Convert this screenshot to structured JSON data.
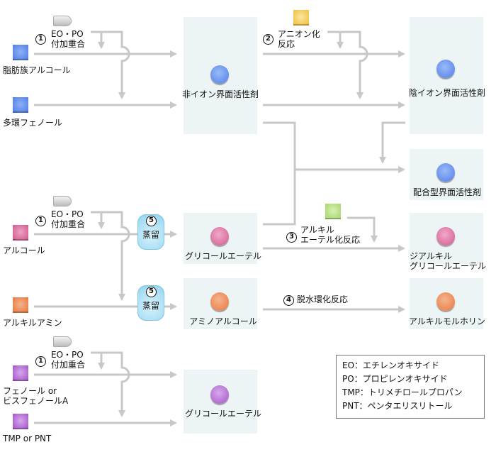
{
  "colors": {
    "blue": "#4f7fe8",
    "yellow": "#f0bf3c",
    "pink": "#d2598f",
    "orange": "#e8783c",
    "purple": "#a455c8",
    "green": "#a5d96a",
    "arrow": "#c8c8c8",
    "panel": "#edf4f6",
    "distill": "#9ad8f1"
  },
  "steps": {
    "s1": "1",
    "s2": "2",
    "s3": "3",
    "s4": "4",
    "s5": "5"
  },
  "reagents": {
    "eopo": "EO・PO",
    "eopo_sub": "付加重合",
    "anion": "アニオン化",
    "anion_sub": "反応",
    "alkylether": "アルキル",
    "alkylether_sub": "エーテル化反応",
    "cyclization": "脱水環化反応",
    "distill": "蒸留"
  },
  "inputs": {
    "fatty_alcohol": "脂肪族アルコール",
    "polycyclic_phenol": "多環フェノール",
    "alcohol": "アルコール",
    "alkylamine": "アルキルアミン",
    "phenol_line1": "フェノール or",
    "phenol_line2": "ビスフェノールA",
    "tmp_pnt": "TMP or PNT"
  },
  "products": {
    "nonionic": "非イオン界面活性剤",
    "anionic": "陰イオン界面活性剤",
    "formulated": "配合型界面活性剤",
    "glycol_ether": "グリコールエーテル",
    "dialkyl_line1": "ジアルキル",
    "dialkyl_line2": "グリコールエーテル",
    "aminoalcohol": "アミノアルコール",
    "alkylmorpholine": "アルキルモルホリン",
    "glycol_ether2": "グリコールエーテル"
  },
  "legend": [
    "EO：エチレンオキサイド",
    "PO：プロピレンオキサイド",
    "TMP：トリメチロールプロパン",
    "PNT：ペンタエリスリトール"
  ]
}
